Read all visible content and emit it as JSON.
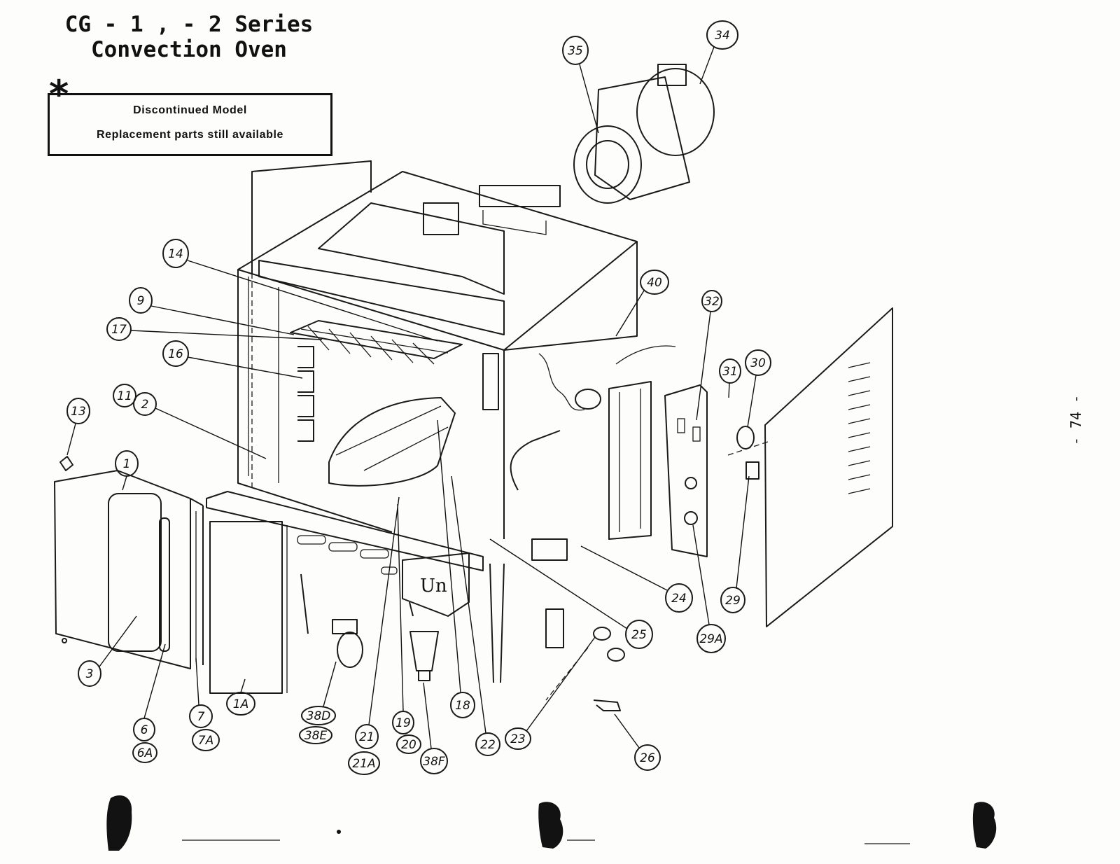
{
  "title": {
    "line1": "CG - 1 , - 2 Series",
    "line2": "Convection Oven"
  },
  "notice": {
    "symbol": "*",
    "line1": "Discontinued Model",
    "line2": "Replacement parts still available"
  },
  "page_number": "- 74 -",
  "callouts": [
    {
      "label": "1"
    },
    {
      "label": "1A"
    },
    {
      "label": "2"
    },
    {
      "label": "3"
    },
    {
      "label": "6"
    },
    {
      "label": "6A"
    },
    {
      "label": "7"
    },
    {
      "label": "7A"
    },
    {
      "label": "9"
    },
    {
      "label": "11"
    },
    {
      "label": "13"
    },
    {
      "label": "14"
    },
    {
      "label": "16"
    },
    {
      "label": "17"
    },
    {
      "label": "18"
    },
    {
      "label": "19"
    },
    {
      "label": "20"
    },
    {
      "label": "21"
    },
    {
      "label": "21A"
    },
    {
      "label": "22"
    },
    {
      "label": "23"
    },
    {
      "label": "24"
    },
    {
      "label": "25"
    },
    {
      "label": "26"
    },
    {
      "label": "29"
    },
    {
      "label": "29A"
    },
    {
      "label": "30"
    },
    {
      "label": "31"
    },
    {
      "label": "32"
    },
    {
      "label": "34"
    },
    {
      "label": "35"
    },
    {
      "label": "38D"
    },
    {
      "label": "38E"
    },
    {
      "label": "38F"
    },
    {
      "label": "40"
    }
  ]
}
